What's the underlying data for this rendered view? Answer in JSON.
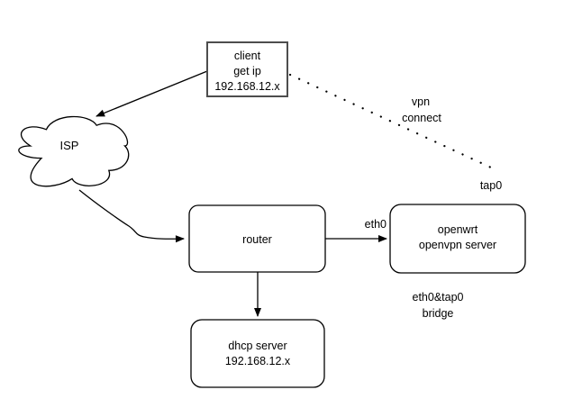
{
  "diagram": {
    "nodes": {
      "client": {
        "line1": "client",
        "line2": "get ip",
        "line3": "192.168.12.x"
      },
      "isp": {
        "label": "ISP"
      },
      "router": {
        "label": "router"
      },
      "openwrt": {
        "line1": "openwrt",
        "line2": "openvpn server"
      },
      "dhcp": {
        "line1": "dhcp server",
        "line2": "192.168.12.x"
      }
    },
    "edge_labels": {
      "eth0": "eth0",
      "tap0": "tap0",
      "vpn_line1": "vpn",
      "vpn_line2": "connect",
      "bridge_line1": "eth0&tap0",
      "bridge_line2": "bridge"
    },
    "colors": {
      "stroke": "#000000",
      "client_border": "#4d4d4d",
      "shape_fill": "#ffffff",
      "text": "#000000",
      "background": "#ffffff"
    }
  }
}
